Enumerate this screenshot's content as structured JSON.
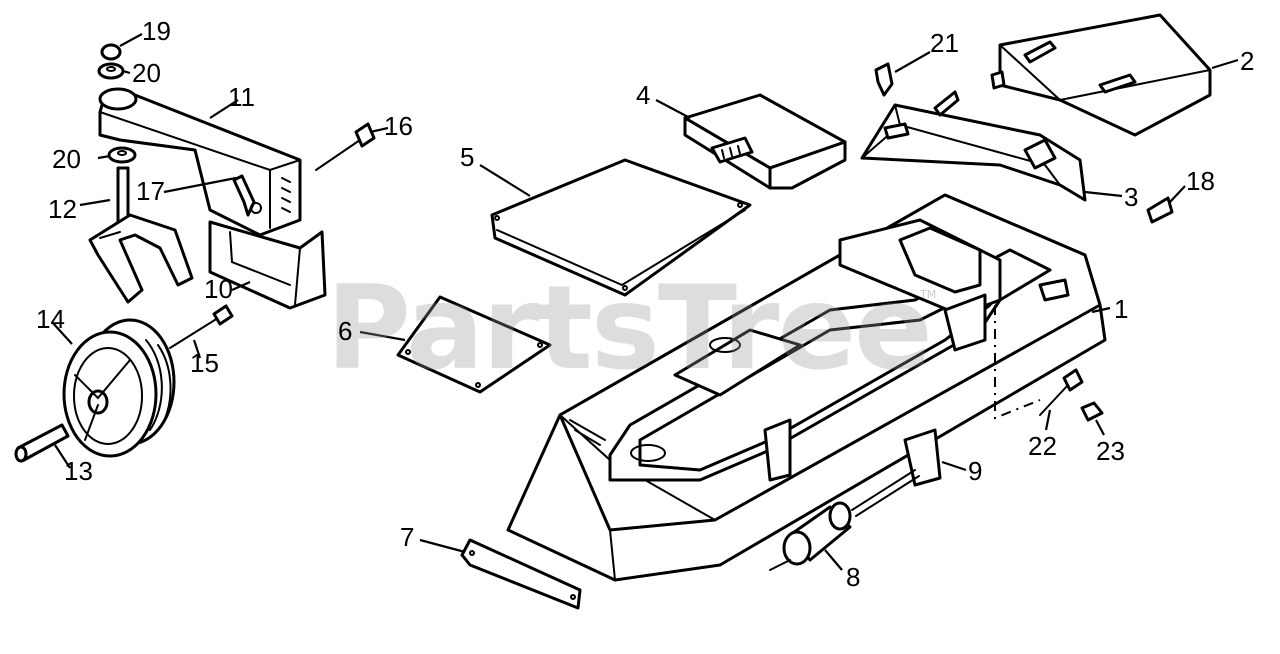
{
  "watermark": {
    "text": "PartsTree",
    "mark": "TM"
  },
  "callouts": {
    "c1": "1",
    "c2": "2",
    "c3": "3",
    "c4": "4",
    "c5": "5",
    "c6": "6",
    "c7": "7",
    "c8": "8",
    "c9": "9",
    "c10": "10",
    "c11": "11",
    "c12": "12",
    "c13": "13",
    "c14": "14",
    "c15": "15",
    "c16": "16",
    "c17": "17",
    "c18": "18",
    "c19": "19",
    "c20a": "20",
    "c20b": "20",
    "c21": "21",
    "c22": "22",
    "c23": "23"
  }
}
